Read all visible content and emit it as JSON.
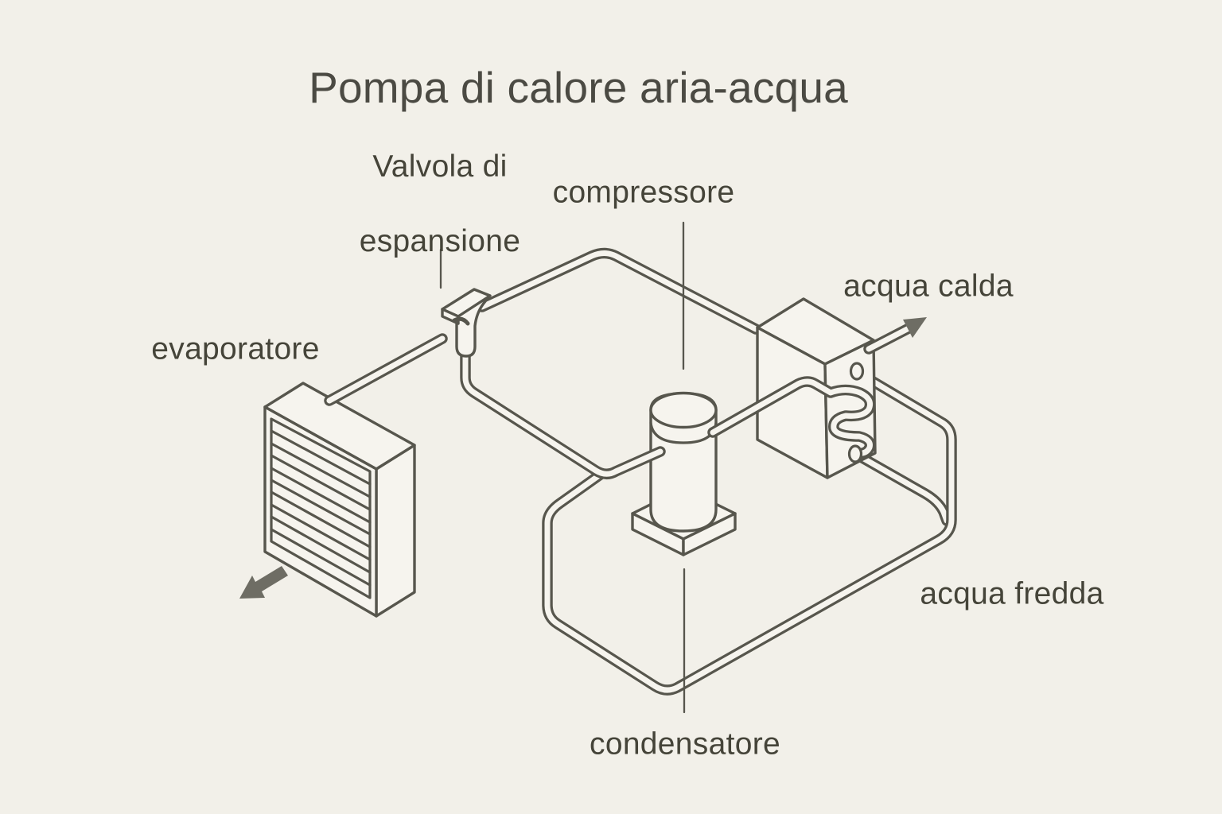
{
  "title": "Pompa di calore aria-acqua",
  "diagram": {
    "labels": {
      "evaporator": "evaporatore",
      "expansion_valve_line1": "Valvola di",
      "expansion_valve_line2": "espansione",
      "compressor": "compressore",
      "condenser": "condensatore",
      "hot_water": "acqua calda",
      "cold_water": "acqua fredda"
    },
    "icons": {
      "airflow_arrow": "thick-arrow-pointing-down-left",
      "hot_water_arrow": "arrow-pointing-up-right"
    }
  },
  "colors": {
    "background": "#f2f0e9",
    "surface": "#f6f4ee",
    "line": "#57564d",
    "text": "#454439",
    "title-text": "#4b4a43",
    "arrow-fill": "#6e6d64"
  }
}
